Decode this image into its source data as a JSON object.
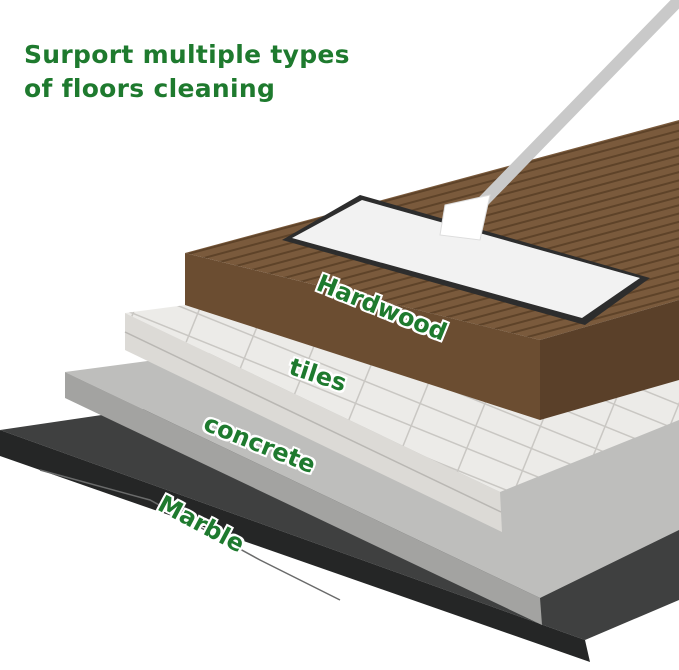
{
  "headline": {
    "line1": "Surport multiple types",
    "line2": "of floors cleaning"
  },
  "floor_labels": [
    "Hardwood",
    "tiles",
    "concrete",
    "Marble"
  ],
  "colors": {
    "headline": "#1e7a2e",
    "label": "#1e7a2e",
    "hardwood": "#7a5a3c",
    "tiles": "#e8e6e2",
    "concrete": "#b9b9b7",
    "marble": "#3a3b3b"
  }
}
